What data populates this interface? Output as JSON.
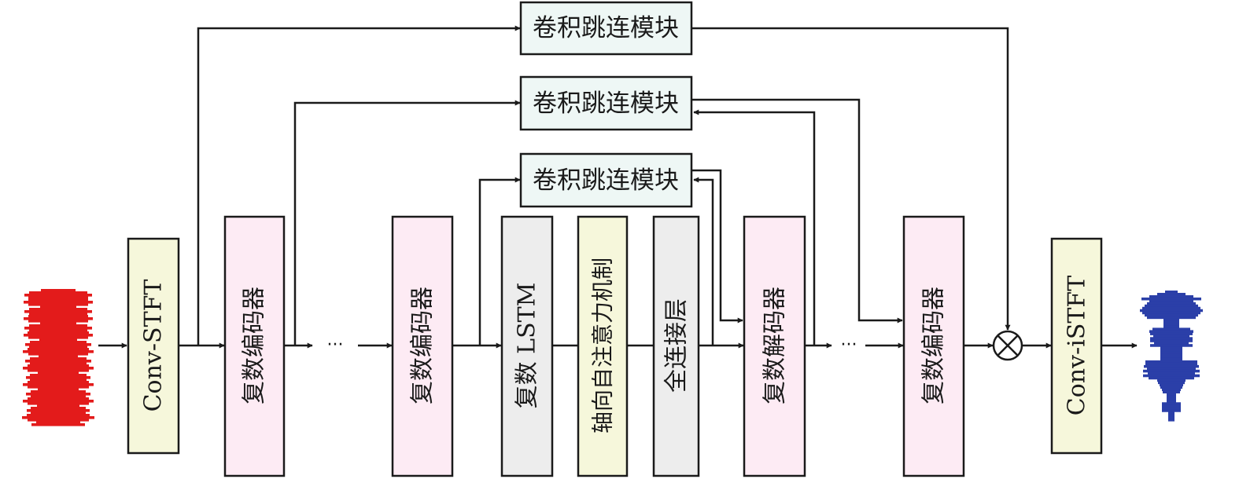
{
  "skip_blocks": [
    "卷积跳连模块",
    "卷积跳连模块",
    "卷积跳连模块"
  ],
  "blocks": {
    "conv_stft": "Conv-STFT",
    "encoder_1": "复数编码器",
    "encoder_2": "复数编码器",
    "lstm": "复数 LSTM",
    "attention": "轴向自注意力机制",
    "fc": "全连接层",
    "decoder_1": "复数解码器",
    "decoder_2": "复数编码器",
    "conv_istft": "Conv-iSTFT"
  },
  "ellipsis": [
    "···",
    "···"
  ],
  "colors": {
    "skip_fill": "#eef7f5",
    "stft_fill": "#f6f7db",
    "codec_fill": "#fdebf4",
    "lstm_fill": "#ededed",
    "input_wave": "#e31b1b",
    "output_wave": "#2b3fa8"
  },
  "icons": {
    "multiply": "circle-times-icon",
    "input": "noisy-waveform-icon",
    "output": "clean-waveform-icon"
  }
}
